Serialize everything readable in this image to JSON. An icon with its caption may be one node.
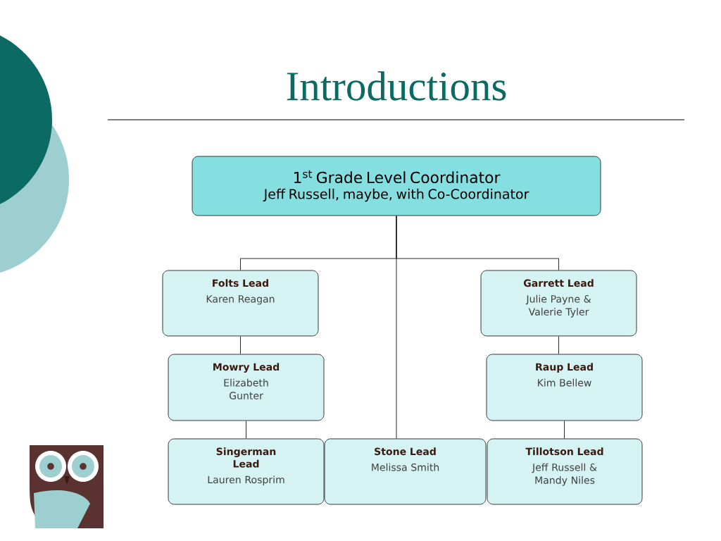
{
  "diagram": {
    "title": "Introductions",
    "nodes": [
      {
        "text": [
          "1$^{st}$  Grade Level Coordinator",
          "Jeff Russell, maybe, with Co-Coordinator"
        ]
      },
      {
        "text": [
          "Folts Lead",
          "Karen Reagan"
        ]
      },
      {
        "text": [
          "Garrett Lead",
          "Julie Payne & Valerie Tyler"
        ]
      },
      {
        "text": [
          "Mowry Lead",
          "Elizabeth Gunter"
        ]
      },
      {
        "text": [
          "Raup Lead",
          "Kim Bellew"
        ]
      },
      {
        "text": [
          "Singerman Lead",
          "Lauren Rosprim"
        ]
      },
      {
        "text": [
          "Stone Lead",
          "Melissa Smith"
        ]
      },
      {
        "text": [
          "Tillotson Lead",
          "Jeff Russell & Mandy Niles"
        ]
      }
    ],
    "edges": [
      {
        "from": 0,
        "to": 1,
        "arrow": "none"
      },
      {
        "from": 0,
        "to": 6,
        "arrow": "none"
      },
      {
        "from": 0,
        "to": 2,
        "arrow": "none"
      },
      {
        "from": 1,
        "to": 3,
        "arrow": "none"
      },
      {
        "from": 3,
        "to": 5,
        "arrow": "none"
      },
      {
        "from": 2,
        "to": 4,
        "arrow": "none"
      },
      {
        "from": 4,
        "to": 7,
        "arrow": "none"
      }
    ]
  }
}
